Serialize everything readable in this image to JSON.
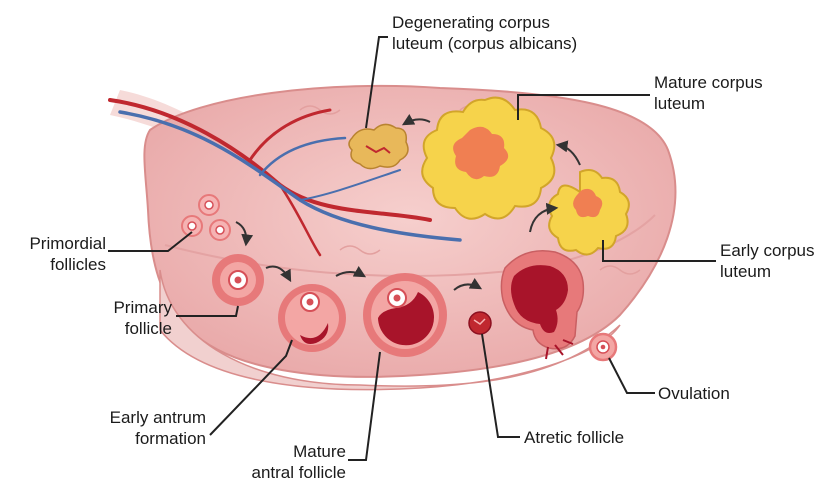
{
  "labels": {
    "degenerating_corpus_luteum": "Degenerating corpus\nluteum (corpus albicans)",
    "mature_corpus_luteum": "Mature corpus\nluteum",
    "early_corpus_luteum": "Early corpus\nluteum",
    "primordial_follicles": "Primordial\nfollicles",
    "primary_follicle": "Primary\nfollicle",
    "early_antrum_formation": "Early antrum\nformation",
    "mature_antral_follicle": "Mature\nantral follicle",
    "atretic_follicle": "Atretic follicle",
    "ovulation": "Ovulation"
  },
  "colors": {
    "ovary_fill": "#f2c2c0",
    "ovary_outline": "#d98d8c",
    "stroma": "#e9a9a9",
    "follicle_outer": "#e7797a",
    "follicle_ring": "#d64f57",
    "antrum": "#a8142a",
    "oocyte": "#ffffff",
    "luteum_yellow": "#f6d34b",
    "luteum_core": "#f07f52",
    "albicans": "#e8b85a",
    "artery": "#c0282f",
    "vein": "#4a6fae",
    "arrow": "#333333",
    "leader": "#222222"
  }
}
